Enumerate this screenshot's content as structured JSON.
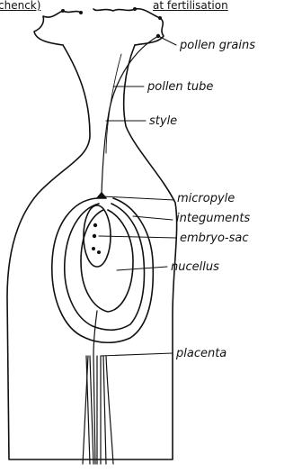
{
  "header": {
    "left": "chenck)",
    "right": "at fertilisation"
  },
  "labels": {
    "pollen_grains": "pollen grains",
    "pollen_tube": "pollen tube",
    "style": "style",
    "micropyle": "micropyle",
    "integuments": "integuments",
    "embryo_sac": "embryo-sac",
    "nucellus": "nucellus",
    "placenta": "placenta"
  },
  "colors": {
    "ink": "#111111",
    "paper": "#ffffff"
  }
}
